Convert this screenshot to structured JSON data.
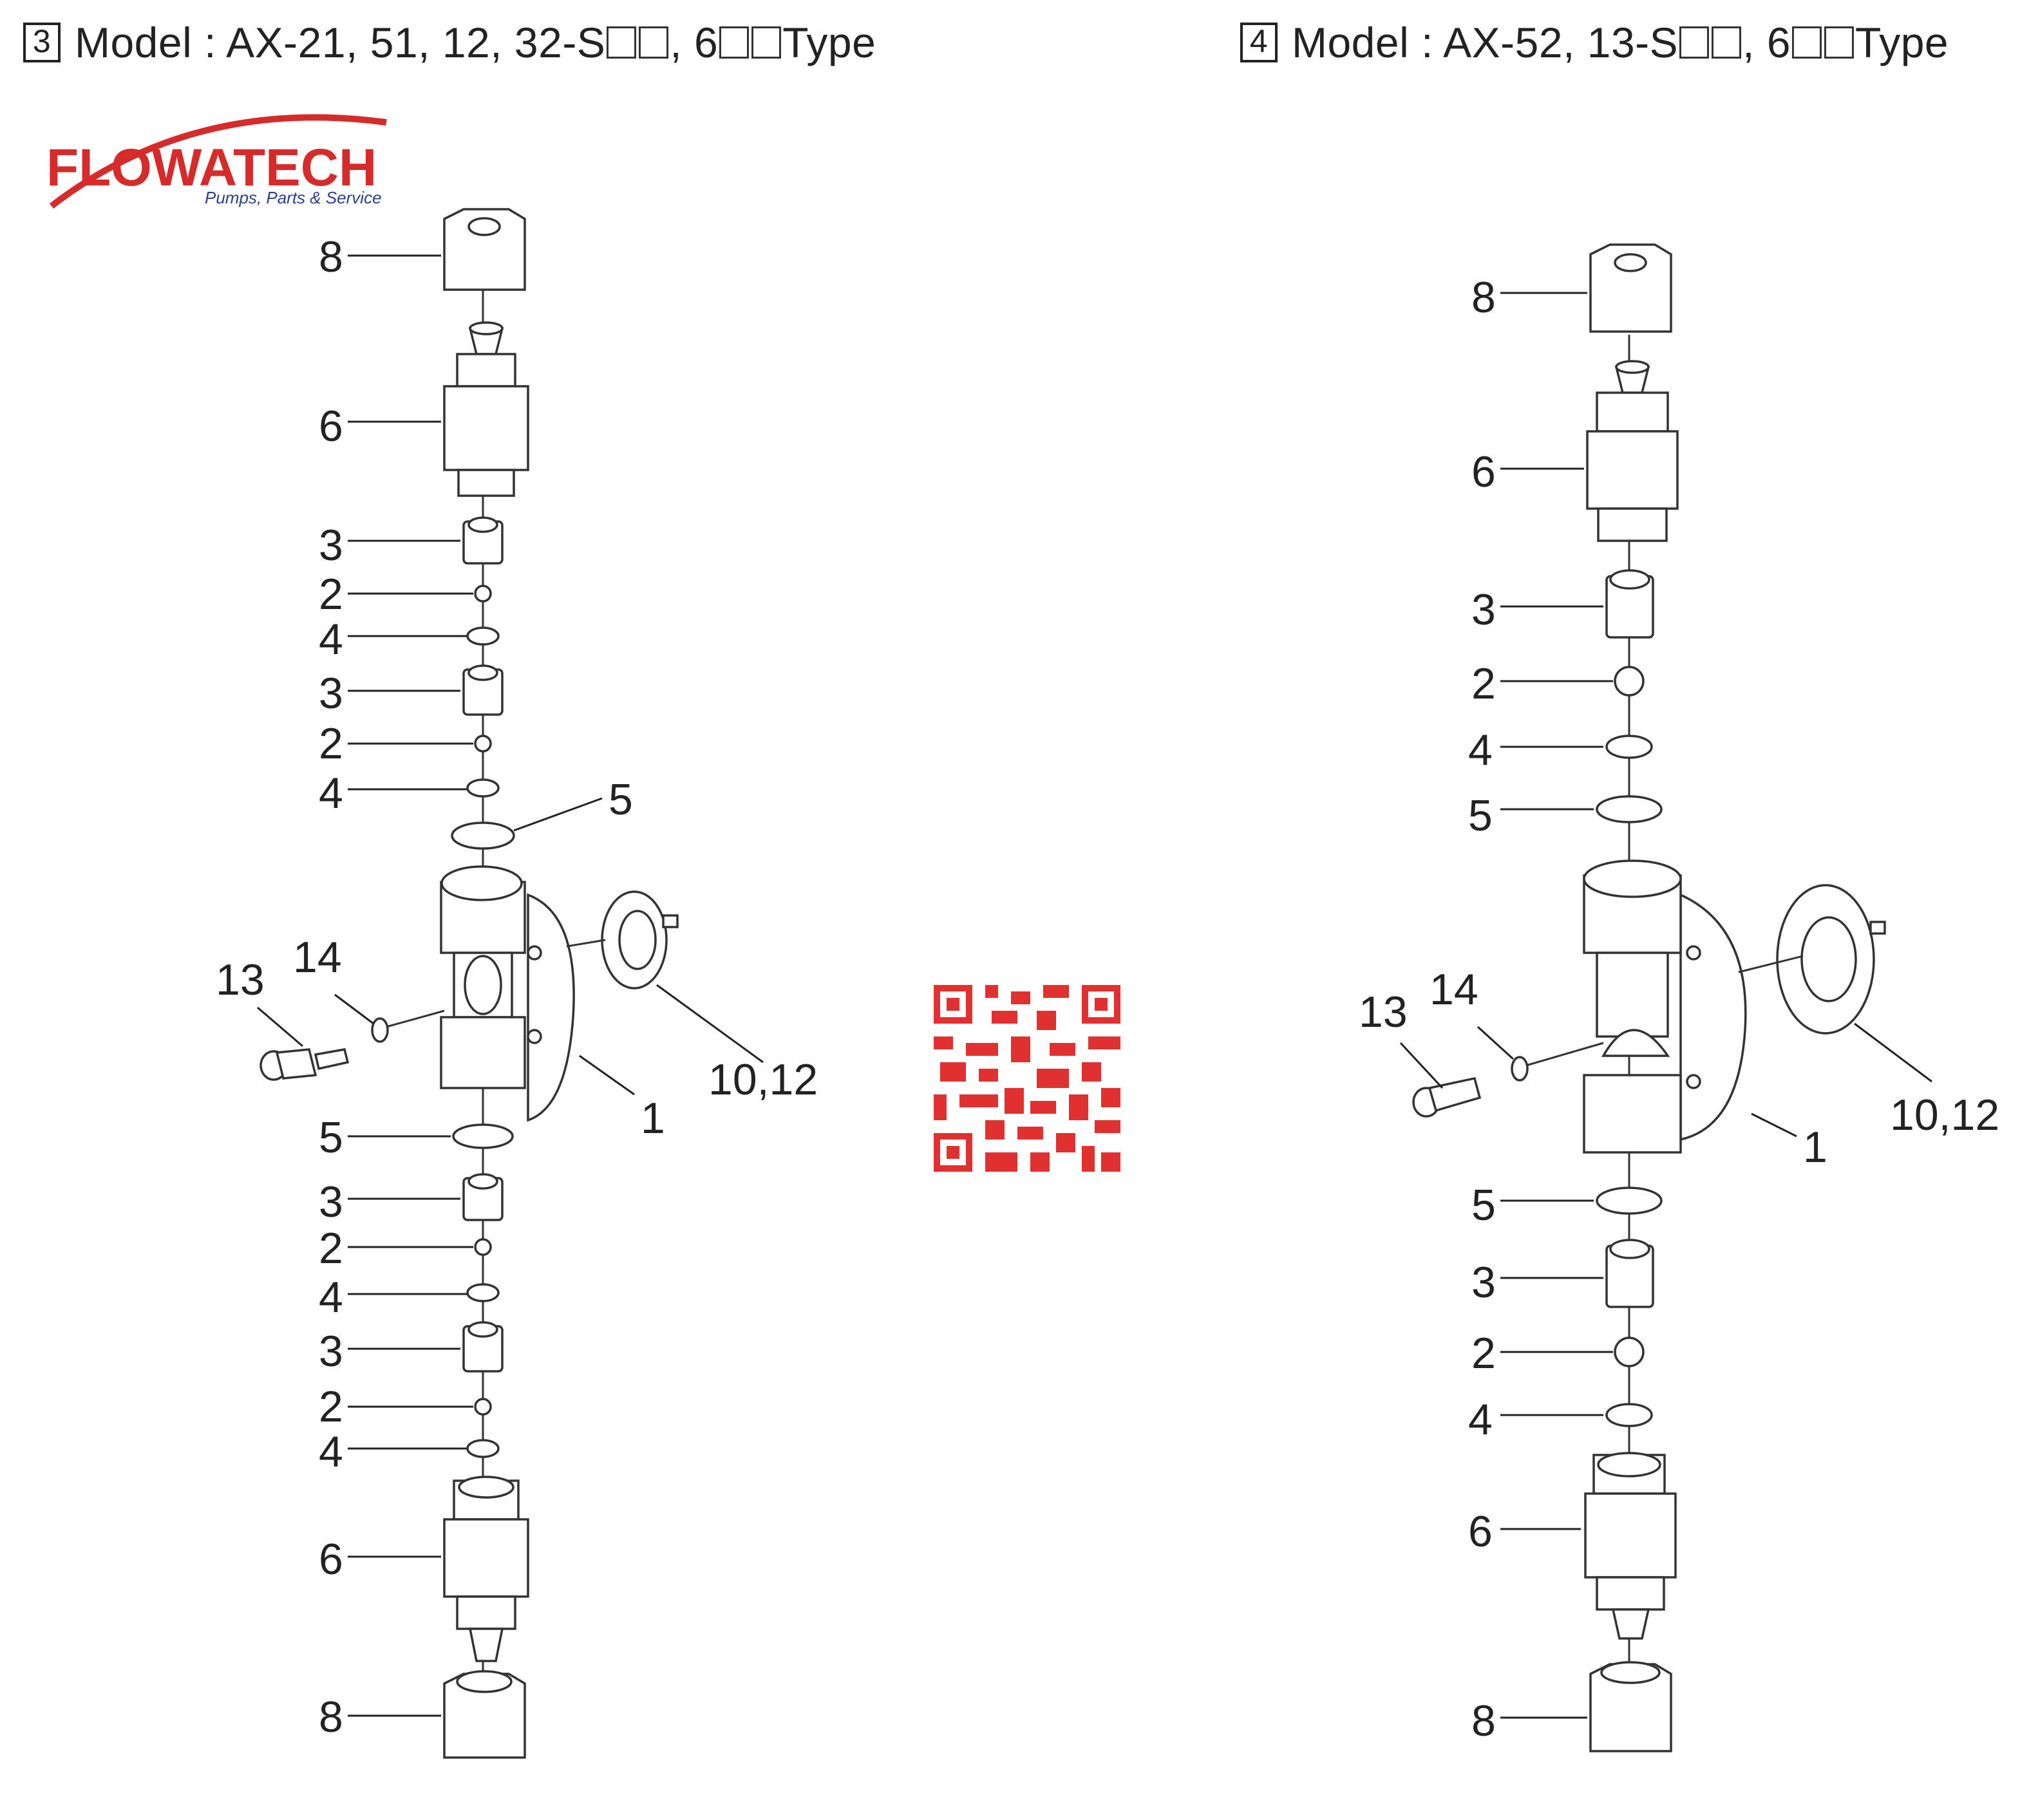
{
  "heading_left": {
    "number": "3",
    "prefix": "Model : AX-21, 51, 12, 32-S",
    "middle": ", 6",
    "suffix": " Type"
  },
  "heading_right": {
    "number": "4",
    "prefix": "Model : AX-52, 13-S",
    "middle": " , 6",
    "suffix": " Type"
  },
  "logo": {
    "name": "FLOWATECH",
    "tagline": "Pumps, Parts & Service"
  },
  "qr_code": "qr-code-icon",
  "accent_color": "#d62b2b",
  "left_diagram_labels": [
    "8",
    "6",
    "3",
    "2",
    "4",
    "3",
    "2",
    "4",
    "5",
    "14",
    "13",
    "10,12",
    "1",
    "5",
    "3",
    "2",
    "4",
    "3",
    "2",
    "4",
    "6",
    "8"
  ],
  "right_diagram_labels": [
    "8",
    "6",
    "3",
    "2",
    "4",
    "5",
    "14",
    "13",
    "10,12",
    "1",
    "5",
    "3",
    "2",
    "4",
    "6",
    "8"
  ]
}
